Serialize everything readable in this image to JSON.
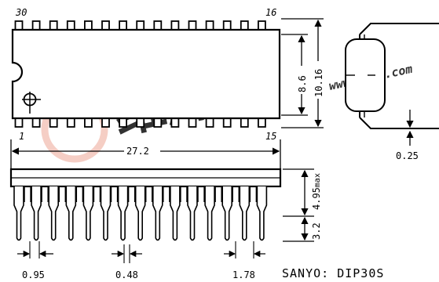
{
  "pin_labels": {
    "top_left": "30",
    "top_right": "16",
    "bottom_left": "1",
    "bottom_right": "15"
  },
  "dimensions": {
    "body_length": "27.2",
    "body_width": "8.6",
    "row_spacing": "10.16",
    "lead_thickness": "0.25",
    "body_height": "4.95",
    "body_height_suffix": "max",
    "lead_length": "3.2",
    "lead_pitch": "0.95",
    "lead_width": "0.48",
    "pitch_spacing": "1.78"
  },
  "package_label": "SANYO: DIP30S",
  "watermark": {
    "main": "维库",
    "sub": "www.dzsc.com"
  },
  "colors": {
    "ink": "#000000",
    "watermark": "#f3c2b6",
    "watermark_sub": "#dcdcdc"
  }
}
